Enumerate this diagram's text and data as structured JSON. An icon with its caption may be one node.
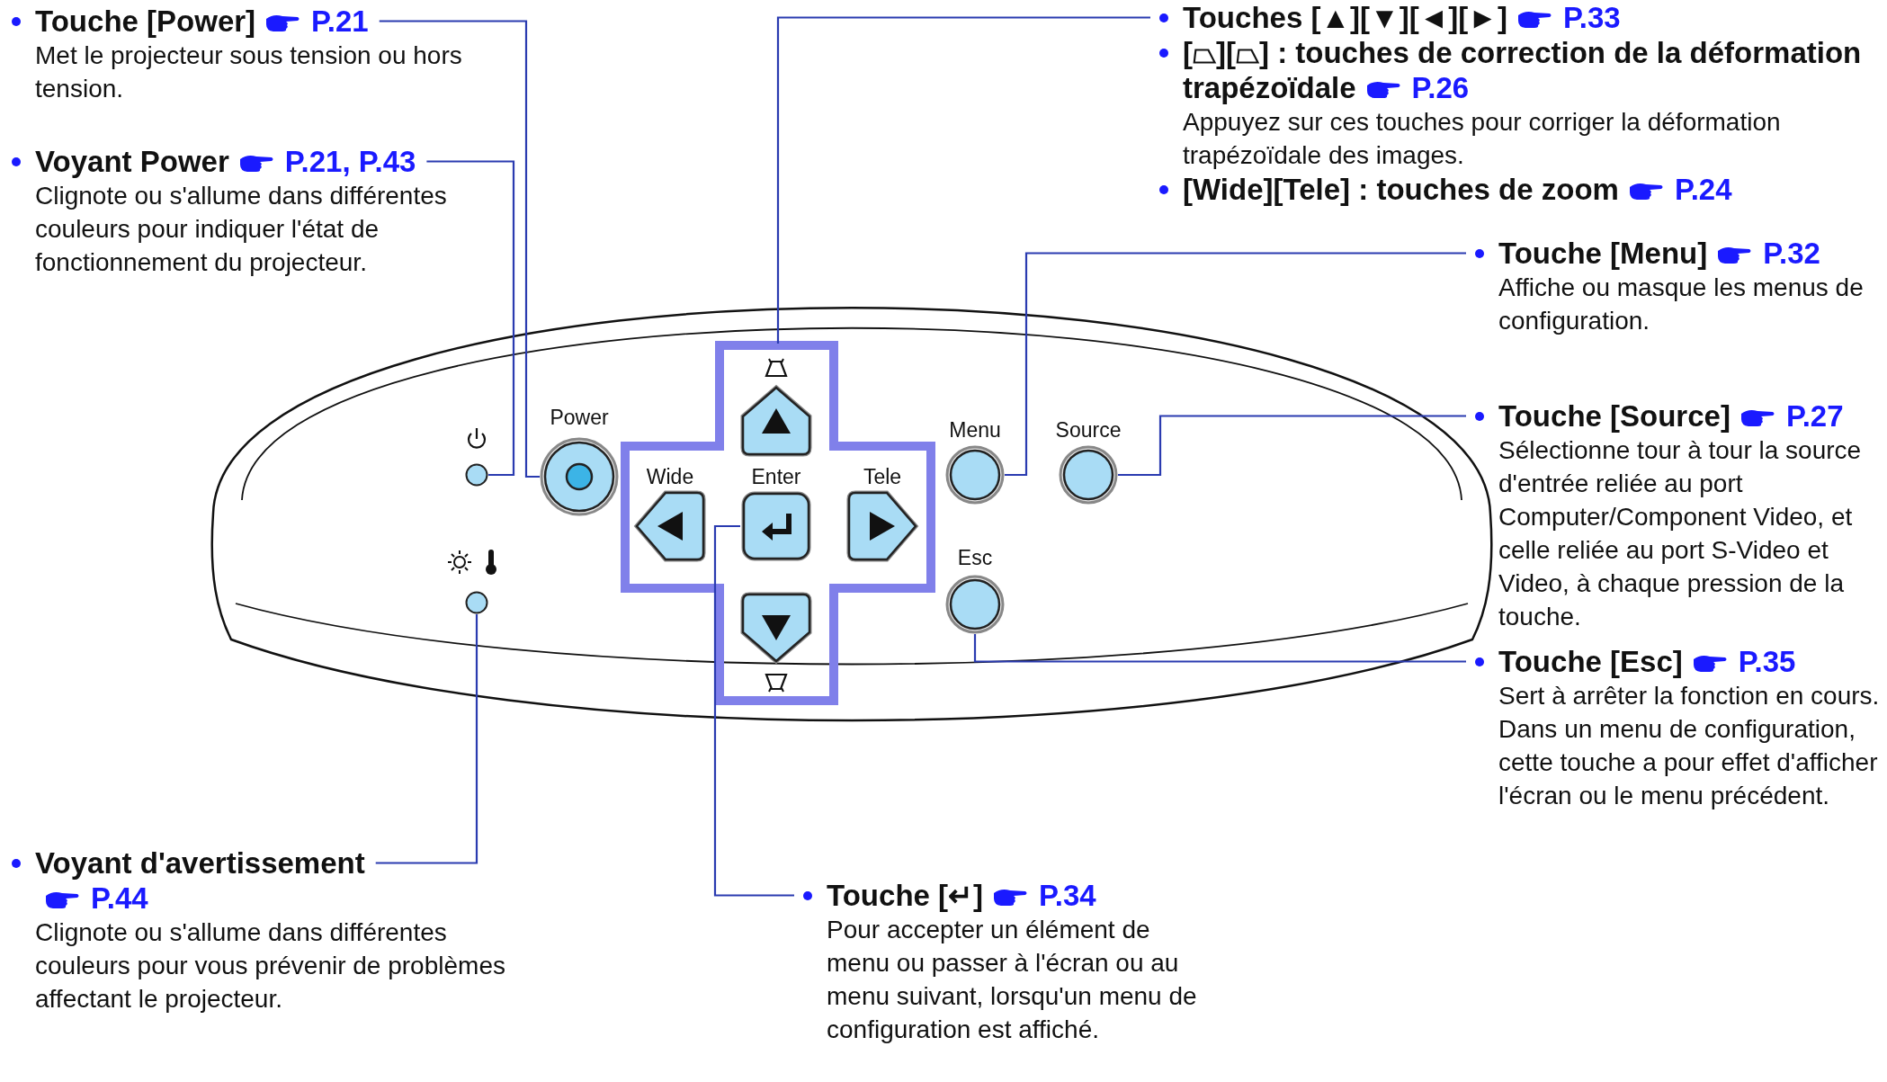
{
  "diagram": {
    "nodes": [
      {
        "text": [
          "Touche [Power]",
          "P.21",
          "Met le projecteur sous tension ou hors tension."
        ]
      },
      {
        "text": [
          "Voyant Power",
          "P.21, P.43",
          "Clignote ou s'allume dans différentes couleurs pour indiquer l'état de fonctionnement du projecteur."
        ]
      },
      {
        "text": [
          "Voyant d'avertissement",
          "P.44",
          "Clignote ou s'allume dans différentes couleurs pour vous prévenir de problèmes affectant le projecteur."
        ]
      },
      {
        "text": [
          "Touches [▲][▼][◄][►]",
          "P.33",
          "[⏢][⏢] : touches de correction de la déformation trapézoïdale",
          "P.26",
          "Appuyez sur ces touches pour corriger la déformation trapézoïdale des images.",
          "[Wide][Tele] : touches de zoom",
          "P.24"
        ]
      },
      {
        "text": [
          "Touche [Menu]",
          "P.32",
          "Affiche ou masque les menus de configuration."
        ]
      },
      {
        "text": [
          "Touche [Source]",
          "P.27",
          "Sélectionne tour à tour la source d'entrée reliée au port Computer/Component Video, et celle reliée au port S-Video et Video, à chaque pression de la touche."
        ]
      },
      {
        "text": [
          "Touche [Esc]",
          "P.35",
          "Sert à arrêter la fonction en cours.",
          "Dans un menu de configuration, cette touche a pour effet d'afficher l'écran ou le menu précédent."
        ]
      },
      {
        "text": [
          "Touche [↵]",
          "P.34",
          "Pour accepter un élément de menu ou passer à l'écran ou au menu suivant, lorsqu'un menu de configuration est affiché."
        ]
      },
      {
        "text": [],
        "shape": "box"
      },
      {
        "text": [],
        "shape": "circle",
        "in": 8
      },
      {
        "text": [],
        "shape": "circle",
        "in": 8
      },
      {
        "text": [
          "Power"
        ],
        "in": 8
      },
      {
        "text": [],
        "shape": "box",
        "in": 8
      },
      {
        "text": [],
        "shape": "pentagon",
        "in": 12
      },
      {
        "text": [
          "Wide"
        ],
        "in": 12
      },
      {
        "text": [
          "Enter"
        ],
        "in": 12
      },
      {
        "text": [
          "Tele"
        ],
        "in": 12
      },
      {
        "text": [],
        "shape": "pentagon",
        "in": 12
      },
      {
        "text": [
          "Menu"
        ],
        "in": 8
      },
      {
        "text": [
          "Source"
        ],
        "in": 8
      },
      {
        "text": [
          "Esc"
        ],
        "in": 8
      }
    ],
    "edges": [
      {
        "from": 0,
        "to": 11,
        "arrow": "none"
      },
      {
        "from": 1,
        "to": 9,
        "arrow": "none"
      },
      {
        "from": 2,
        "to": 10,
        "arrow": "none"
      },
      {
        "from": 3,
        "to": 12,
        "arrow": "none"
      },
      {
        "from": 4,
        "to": 18,
        "arrow": "none"
      },
      {
        "from": 5,
        "to": 19,
        "arrow": "none"
      },
      {
        "from": 6,
        "to": 20,
        "arrow": "none"
      },
      {
        "from": 7,
        "to": 15,
        "arrow": "none"
      }
    ]
  }
}
